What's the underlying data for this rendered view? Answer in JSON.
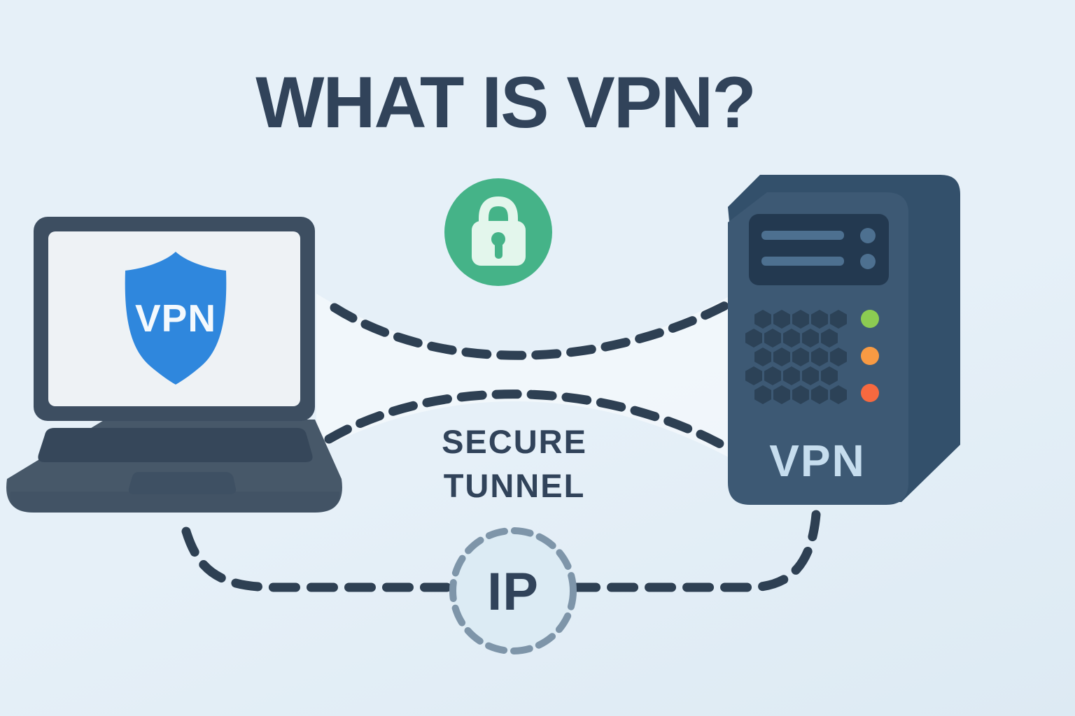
{
  "title": "WHAT IS VPN?",
  "laptop": {
    "shield_label": "VPN"
  },
  "tunnel": {
    "label_line1": "SECURE",
    "label_line2": "TUNNEL"
  },
  "lock": {
    "icon": "lock-icon"
  },
  "server": {
    "label": "VPN",
    "led_colors": [
      "#8ccb52",
      "#f89a43",
      "#f7693f"
    ]
  },
  "ip_node": {
    "label": "IP"
  },
  "colors": {
    "bg": "#e6f0f8",
    "bg2": "#ddeaf3",
    "ink": "#31435a",
    "dash": "#2e4053",
    "laptopFrame": "#3d4e61",
    "laptopBase": "#475869",
    "laptopKb": "#36475a",
    "laptopPad": "#3e5063",
    "screen": "#eef2f5",
    "shield": "#2f87dd",
    "shieldText": "#f4f9fd",
    "lockCircle": "#45b388",
    "lockGlyph": "#e3f6ec",
    "serverFront": "#3d5974",
    "serverBack": "#33506b",
    "serverPanel": "#233950",
    "panelDetail": "#4d7090",
    "hex": "#2c4257",
    "serverLabel": "#c6ddee",
    "ipFill": "#dcebf4",
    "ipDash": "#7e95a9"
  }
}
